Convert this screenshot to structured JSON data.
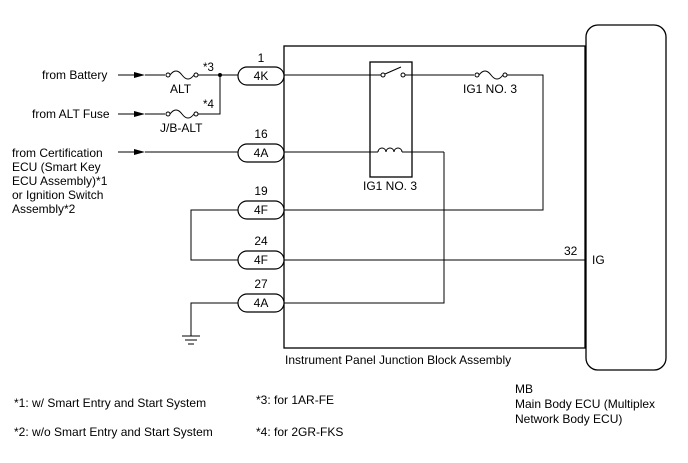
{
  "inputs": {
    "battery": "from Battery",
    "alt_fuse": "from ALT Fuse",
    "cert_ecu": [
      "from Certification",
      "ECU (Smart Key",
      "ECU Assembly)*1",
      "or Ignition Switch",
      "Assembly*2"
    ]
  },
  "fuses": {
    "alt": "ALT",
    "jb_alt": "J/B-ALT",
    "ig1_no3": "IG1 NO. 3"
  },
  "markers": {
    "m3": "*3",
    "m4": "*4"
  },
  "relay": {
    "label": "IG1 NO. 3"
  },
  "connectors": [
    {
      "pin": "1",
      "conn": "4K"
    },
    {
      "pin": "16",
      "conn": "4A"
    },
    {
      "pin": "19",
      "conn": "4F"
    },
    {
      "pin": "24",
      "conn": "4F"
    },
    {
      "pin": "27",
      "conn": "4A"
    }
  ],
  "junction_block": {
    "label": "Instrument Panel Junction Block Assembly"
  },
  "ecu": {
    "pin": "32",
    "terminal": "IG",
    "code": "MB",
    "name_lines": [
      "Main Body ECU (Multiplex",
      "Network Body ECU)"
    ]
  },
  "notes": {
    "n1": "*1: w/ Smart Entry and Start System",
    "n2": "*2: w/o Smart Entry and Start System",
    "n3": "*3: for 1AR-FE",
    "n4": "*4: for 2GR-FKS"
  }
}
